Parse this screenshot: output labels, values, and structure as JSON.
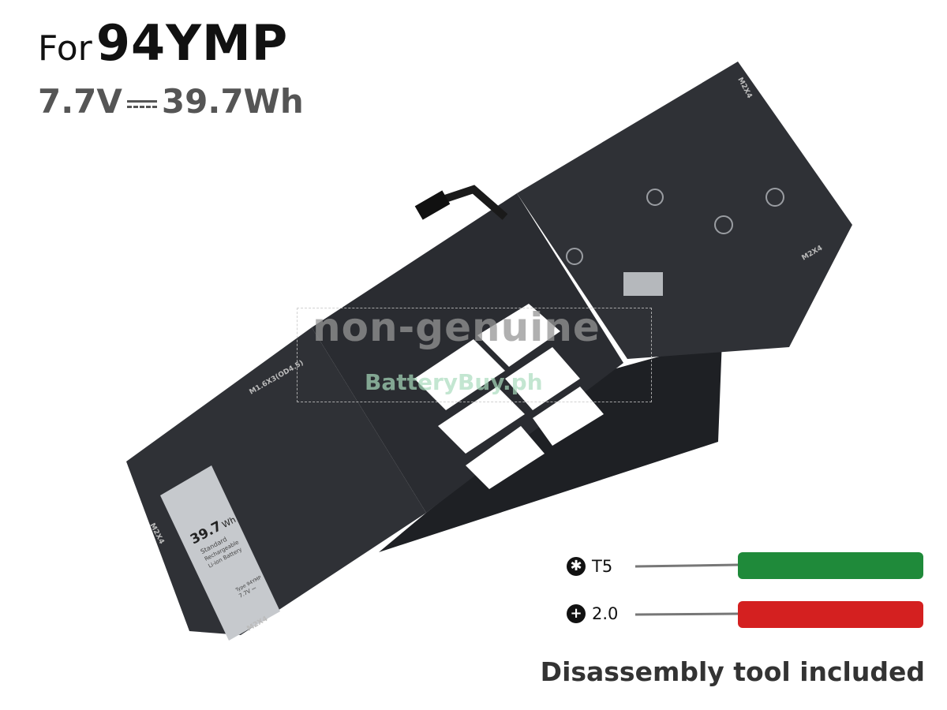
{
  "header": {
    "prefix": "For",
    "model": "94YMP",
    "voltage": "7.7V",
    "dc_symbol_icon": "dc-current-icon",
    "capacity": "39.7Wh"
  },
  "battery_label": {
    "capacity": "39.7",
    "capacity_unit": "Wh",
    "line1": "Standard",
    "line2": "Rechargeable",
    "line3": "Li-ion Battery",
    "type": "Type 94YMP",
    "voltage": "7.7V ⎓",
    "screw_marks": [
      "M2X4",
      "M2X4",
      "M1.6X3(OD4.5)",
      "M2X4",
      "M2X4"
    ]
  },
  "watermark": {
    "line1": "non-genuine",
    "line2": "BatteryBuy.ph"
  },
  "tools": [
    {
      "icon": "torx-icon",
      "label": "T5",
      "handle_color": "#1f8a3a"
    },
    {
      "icon": "phillips-icon",
      "label": "2.0",
      "handle_color": "#d42020"
    }
  ],
  "footer": "Disassembly tool included"
}
